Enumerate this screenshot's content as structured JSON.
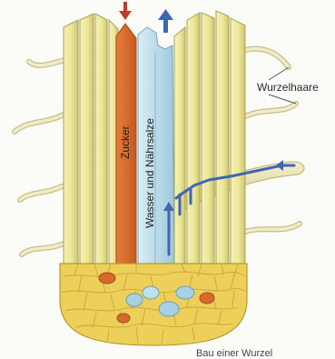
{
  "labels": {
    "root_hairs": "Wurzelhaare",
    "sugar": "Zucker",
    "water_nutrients": "Wasser und Nährsalze",
    "caption": "Bau einer Wurzel"
  },
  "icons": [
    "arrow-down-icon",
    "arrow-up-icon",
    "flow-arrow-icon"
  ],
  "colors": {
    "phloem": "#d9682a",
    "xylem": "#bfe0ee",
    "cortex": "#ece99c",
    "root_tip": "#e8c94a",
    "arrow_red": "#c0392b",
    "arrow_blue": "#3f66b5",
    "background": "#fbfbf7"
  }
}
